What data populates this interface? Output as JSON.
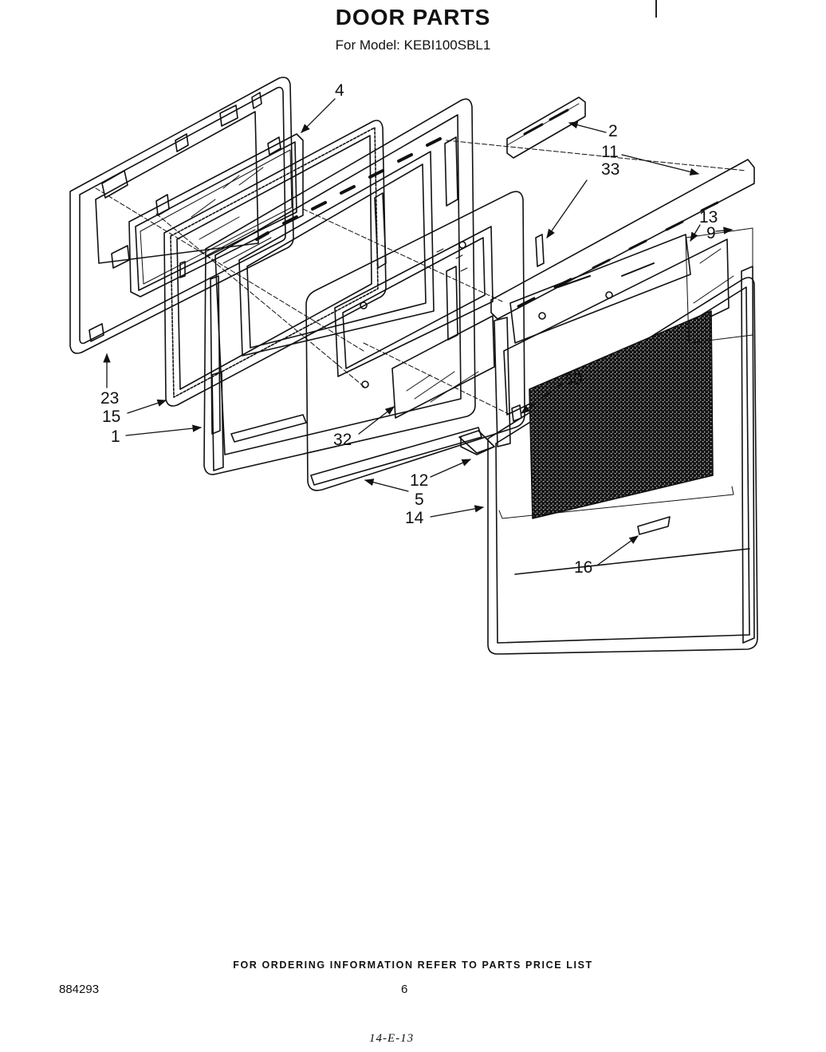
{
  "header": {
    "title": "DOOR PARTS",
    "subtitle": "For Model: KEBI100SBL1"
  },
  "callouts": {
    "c4": "4",
    "c2": "2",
    "c11": "11",
    "c33": "33",
    "c13": "13",
    "c9": "9",
    "c30": "30",
    "c23": "23",
    "c15": "15",
    "c1": "1",
    "c32": "32",
    "c12": "12",
    "c5": "5",
    "c14": "14",
    "c16": "16"
  },
  "footer": {
    "note": "FOR ORDERING INFORMATION REFER TO PARTS PRICE LIST",
    "doc_number": "884293",
    "page_number": "6",
    "handwritten": "14-E-13"
  }
}
